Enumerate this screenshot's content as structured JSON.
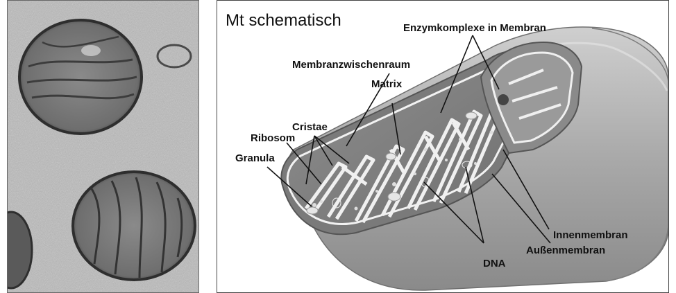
{
  "micrograph": {
    "label": ""
  },
  "schematic": {
    "title": "Mt schematisch",
    "labels": {
      "enzyme": "Enzymkomplexe in Membran",
      "intermembrane": "Membranzwischenraum",
      "matrix": "Matrix",
      "cristae": "Cristae",
      "ribosome": "Ribosom",
      "granula": "Granula",
      "dna": "DNA",
      "inner": "Innenmembran",
      "outer": "Außenmembran"
    }
  }
}
